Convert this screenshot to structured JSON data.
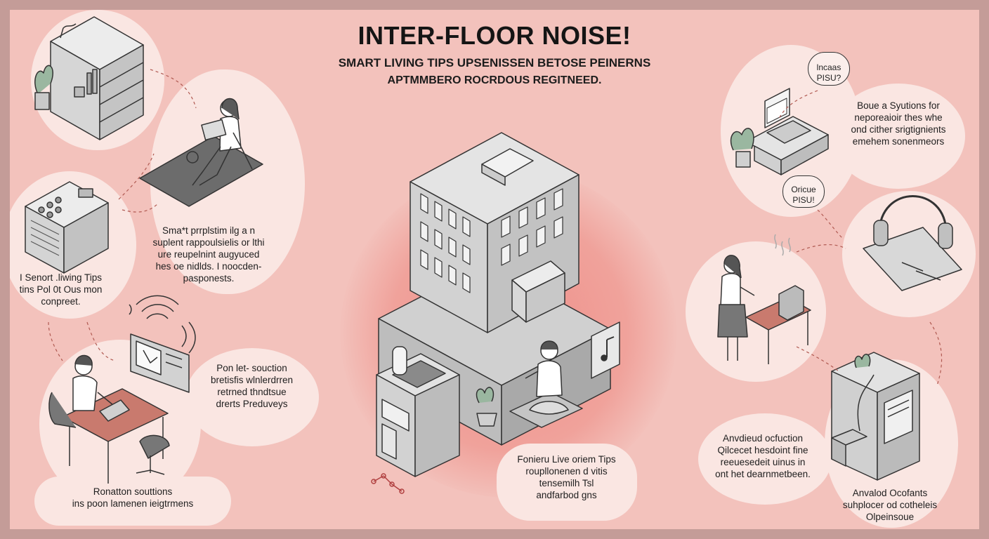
{
  "header": {
    "title": "INTER-FLOOR NOISE!",
    "subtitle_line1": "SMART LIVING TIPS UPSENISSEN BETOSE PEINERNS",
    "subtitle_line2": "APTMMBERO ROCRDOUS REGITNEED."
  },
  "captions": {
    "left_middle": "Sma*t prrplstim ilg a n\nsuplent rappoulsielis or lthi\nure reupelnint augyuced\nhes oe nidlds. I noocden-\npasponests.",
    "left_outer": "I Senort .liwing Tips\ntins Pol 0t Ous mon\nconpreet.",
    "left_lower": "Pon let- souction\nbretisfis wlnlerdrren\nretrned thndtsue\ndrerts Preduveys",
    "left_bottom": "Ronatton souttions\nins poon lamenen ieigtrmens",
    "center_bottom": "Fonieru Live oriem Tips\nroupllonenen d vitis\ntensemilh Tsl\nandfarbod gns",
    "right_top": "Boue a Syutions for\nneporeaioir thes whe\nond cither srigtignients\nemehem sonenmeors",
    "right_lower": "Anvdieud ocfuction\nQilcecet hesdoint fine\nreeuesedeit uinus in\nont het dearnmetbeen.",
    "right_bottom": "Anvalod Ocofants\nsuhplocer od cotheleis\nOlpeinsoue"
  },
  "bubbles": {
    "top": "lncaas\nPISU?",
    "middle": "Oricue\nPISU!"
  },
  "colors": {
    "background": "#f3c2bc",
    "frame": "#c49c98",
    "circle": "#fae6e2",
    "accent": "#ee8f89",
    "building": "#d8d8d8"
  },
  "icons": [
    "bookshelf-icon",
    "plant-icon",
    "woman-laptop-icon",
    "noise-box-icon",
    "wifi-waves-icon",
    "tablet-icon",
    "man-desk-icon",
    "building-icon",
    "music-note-icon",
    "kitchen-unit-icon",
    "meditating-person-icon",
    "computer-desk-icon",
    "headphones-icon",
    "woman-table-icon",
    "fridge-icon",
    "molecule-icon"
  ]
}
